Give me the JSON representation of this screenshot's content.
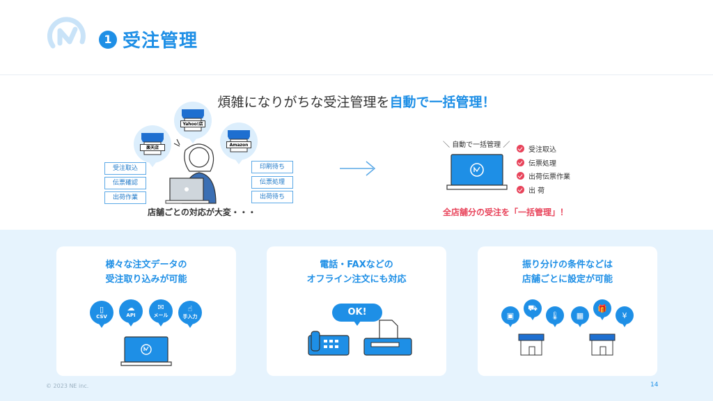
{
  "header": {
    "number": "1",
    "title": "受注管理"
  },
  "headline": {
    "before": "煩雑になりがちな受注管理を",
    "highlight": "自動で一括管理！"
  },
  "before_scene": {
    "shops": [
      "楽天店",
      "Yahoo!店",
      "Amazon"
    ],
    "left_tags": [
      "受注取込",
      "伝票確認",
      "出荷作業"
    ],
    "right_tags": [
      "印刷待ち",
      "伝票処理",
      "出荷待ち"
    ],
    "caption": "店舗ごとの対応が大変・・・"
  },
  "after_scene": {
    "auto_label": "自動で一括管理",
    "checks": [
      "受注取込",
      "伝票処理",
      "出荷伝票作業",
      "出 荷"
    ],
    "caption": "全店舗分の受注を「一括管理」！"
  },
  "cards": [
    {
      "title1": "様々な注文データの",
      "title2": "受注取り込みが可能",
      "icons": [
        {
          "name": "csv-icon",
          "label": "CSV"
        },
        {
          "name": "api-icon",
          "label": "API"
        },
        {
          "name": "mail-icon",
          "label": "メール"
        },
        {
          "name": "hand-icon",
          "label": "手入力"
        }
      ]
    },
    {
      "title1": "電話・FAXなどの",
      "title2": "オフライン注文にも対応",
      "ok_label": "OK!"
    },
    {
      "title1": "振り分けの条件などは",
      "title2": "店舗ごとに設定が可能"
    }
  ],
  "footer": {
    "copyright": "© 2023 NE inc.",
    "page": "14"
  },
  "colors": {
    "accent": "#1e8fe6",
    "alert": "#e8435a",
    "band": "#e6f3fd"
  }
}
